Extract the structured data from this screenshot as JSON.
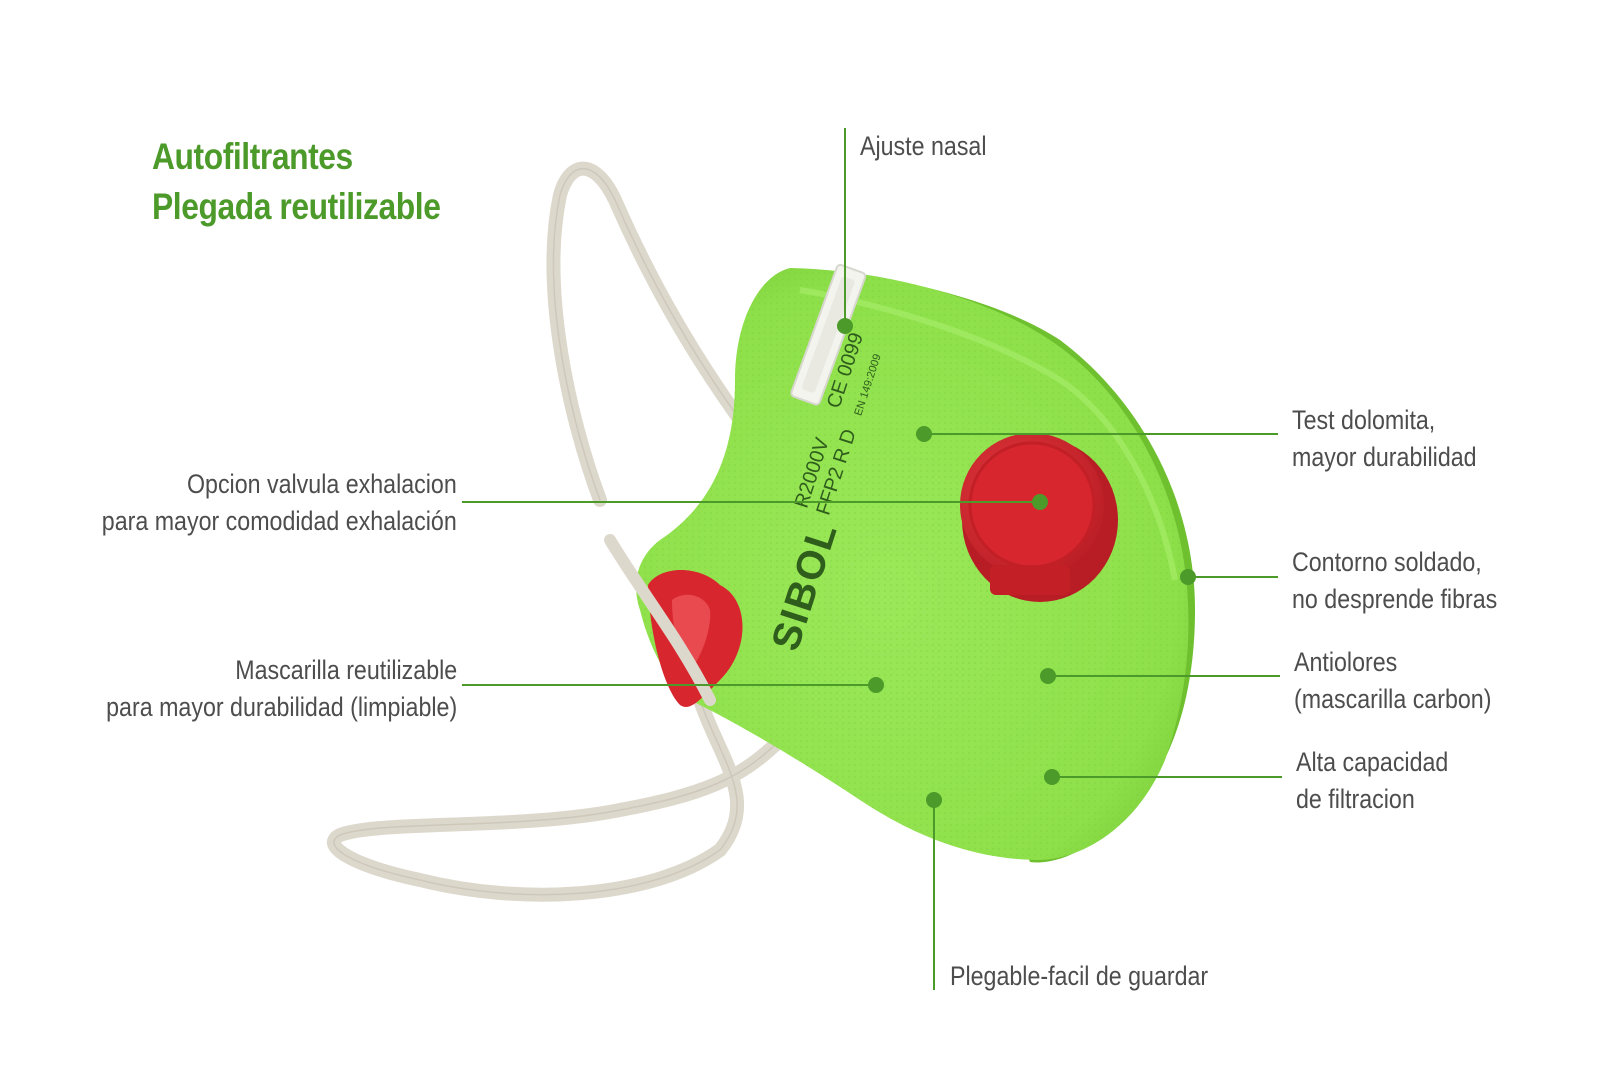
{
  "title": {
    "line1": "Autofiltrantes",
    "line2": "Plegada reutilizable"
  },
  "callouts": {
    "ajuste_nasal": {
      "line1": "Ajuste nasal"
    },
    "valvula": {
      "line1": "Opcion valvula exhalacion",
      "line2": "para mayor comodidad exhalación"
    },
    "reutilizable": {
      "line1": "Mascarilla reutilizable",
      "line2": "para mayor durabilidad (limpiable)"
    },
    "dolomita": {
      "line1": "Test dolomita,",
      "line2": "mayor durabilidad"
    },
    "contorno": {
      "line1": "Contorno soldado,",
      "line2": "no desprende fibras"
    },
    "antiolores": {
      "line1": "Antiolores",
      "line2": "(mascarilla carbon)"
    },
    "filtracion": {
      "line1": "Alta capacidad",
      "line2": "de filtracion"
    },
    "plegable": {
      "line1": "Plegable-facil de guardar"
    }
  },
  "mask_print": {
    "brand": "SIBOL",
    "model": "R2000V",
    "class": "FFP2 R D",
    "ce": "CE 0099",
    "standard": "EN 149:2009"
  },
  "colors": {
    "accent_green": "#4c9a2a",
    "mask_green": "#8ee04a",
    "valve_red": "#d8262e",
    "strap": "#ddd8cc",
    "text_gray": "#4d4d4d"
  }
}
